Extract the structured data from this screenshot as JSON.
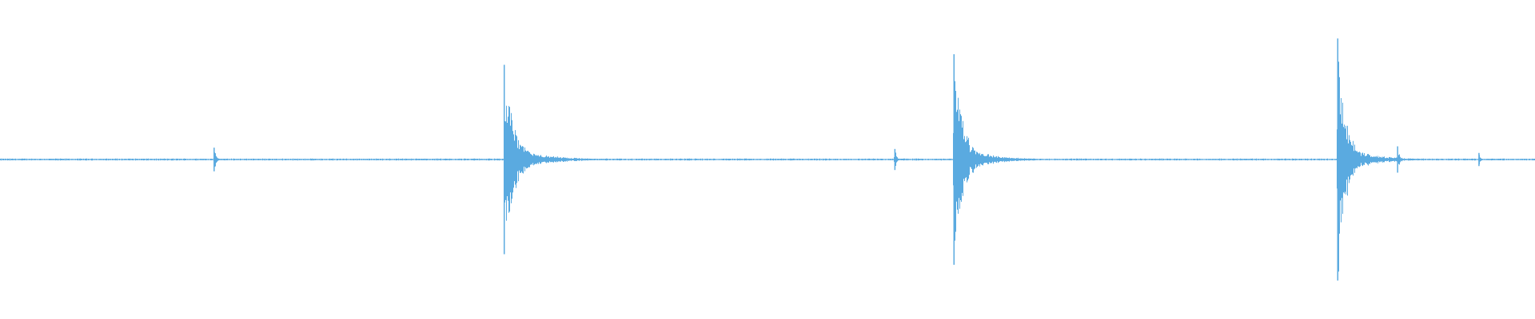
{
  "waveform": {
    "color": "#5aaae0",
    "baseline_amplitude": 0.006,
    "transients": [
      {
        "time_fraction": 0.1395,
        "peak": 0.09,
        "decay": 0.004
      },
      {
        "time_fraction": 0.3285,
        "peak": 0.72,
        "decay": 0.02
      },
      {
        "time_fraction": 0.583,
        "peak": 0.08,
        "decay": 0.003
      },
      {
        "time_fraction": 0.6215,
        "peak": 0.8,
        "decay": 0.018
      },
      {
        "time_fraction": 0.8715,
        "peak": 0.92,
        "decay": 0.016
      },
      {
        "time_fraction": 0.9105,
        "peak": 0.1,
        "decay": 0.004
      },
      {
        "time_fraction": 0.9635,
        "peak": 0.05,
        "decay": 0.003
      }
    ],
    "end_fraction": 1.0
  }
}
